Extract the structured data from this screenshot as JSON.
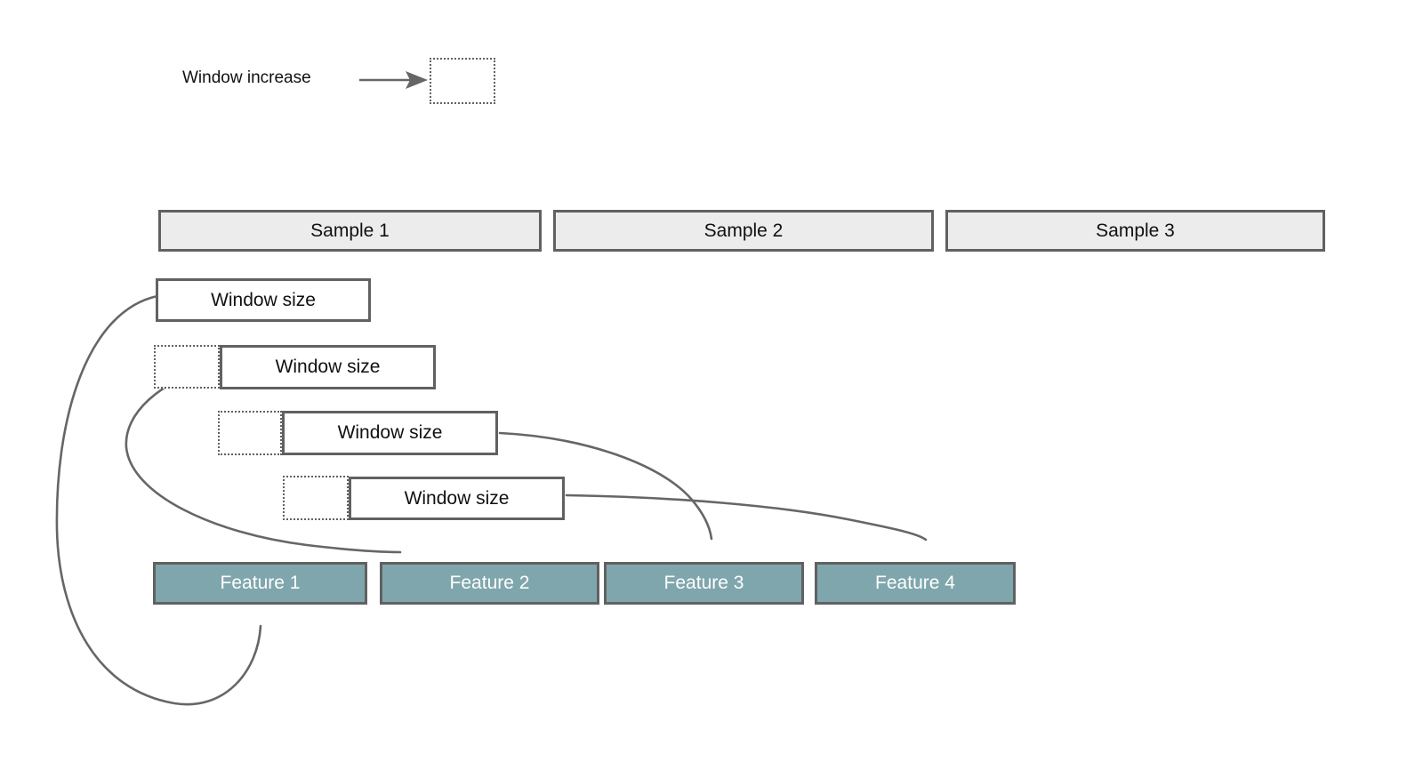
{
  "legend": {
    "label": "Window increase"
  },
  "samples": [
    {
      "label": "Sample 1"
    },
    {
      "label": "Sample 2"
    },
    {
      "label": "Sample 3"
    }
  ],
  "windows": [
    {
      "label": "Window size"
    },
    {
      "label": "Window size"
    },
    {
      "label": "Window size"
    },
    {
      "label": "Window size"
    }
  ],
  "features": [
    {
      "label": "Feature 1"
    },
    {
      "label": "Feature 2"
    },
    {
      "label": "Feature 3"
    },
    {
      "label": "Feature 4"
    }
  ],
  "colors": {
    "feature_fill": "#7FA6AD",
    "feature_text": "#FFFFFF",
    "sample_fill": "#ECECEC",
    "box_fill": "#FFFFFF",
    "border": "#616161",
    "line": "#666666",
    "text": "#111111",
    "background": "#FFFFFF"
  }
}
